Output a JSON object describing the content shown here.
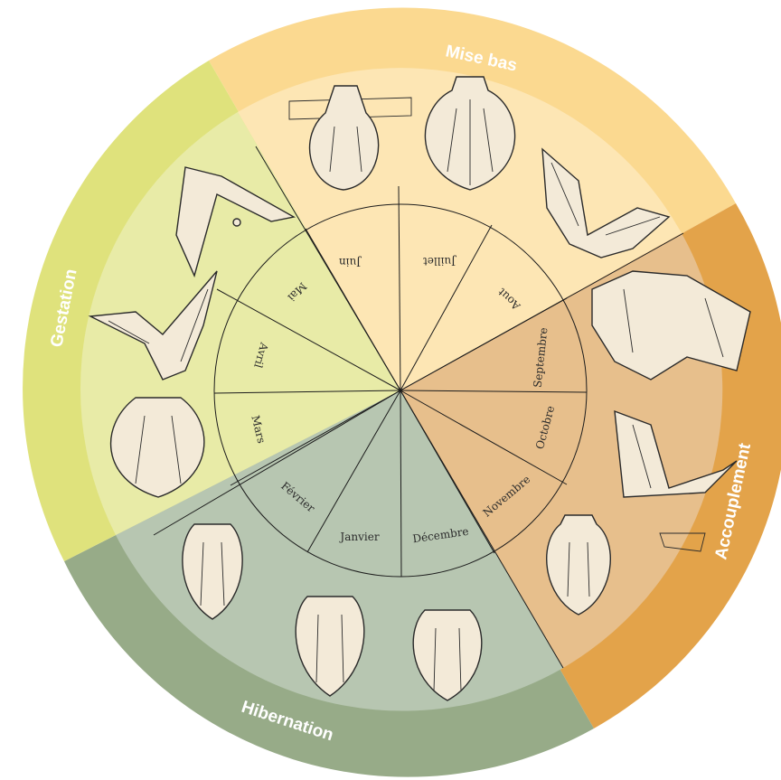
{
  "wheel": {
    "colors": {
      "mise_bas_outer": "#fbd990",
      "mise_bas_inner": "#fde6b4",
      "accouplement_outer": "#e3a34a",
      "accouplement_inner": "#e7bf8c",
      "hibernation_outer": "#97ab88",
      "hibernation_inner": "#b7c6b1",
      "gestation_outer": "#dfe27c",
      "gestation_inner": "#e8eba7"
    },
    "seasons": [
      {
        "id": "mise-bas",
        "label": "Mise bas"
      },
      {
        "id": "accouplement",
        "label": "Accouplement"
      },
      {
        "id": "hibernation",
        "label": "Hibernation"
      },
      {
        "id": "gestation",
        "label": "Gestation"
      }
    ],
    "months": [
      {
        "id": "juin",
        "label": "Juin"
      },
      {
        "id": "juillet",
        "label": "Juillet"
      },
      {
        "id": "aout",
        "label": "Aout"
      },
      {
        "id": "septembre",
        "label": "Septembre"
      },
      {
        "id": "octobre",
        "label": "Octobre"
      },
      {
        "id": "novembre",
        "label": "Novembre"
      },
      {
        "id": "decembre",
        "label": "Décembre"
      },
      {
        "id": "janvier",
        "label": "Janvier"
      },
      {
        "id": "fevrier",
        "label": "Février"
      },
      {
        "id": "mars",
        "label": "Mars"
      },
      {
        "id": "avril",
        "label": "Avril"
      },
      {
        "id": "mai",
        "label": "Mai"
      }
    ]
  }
}
